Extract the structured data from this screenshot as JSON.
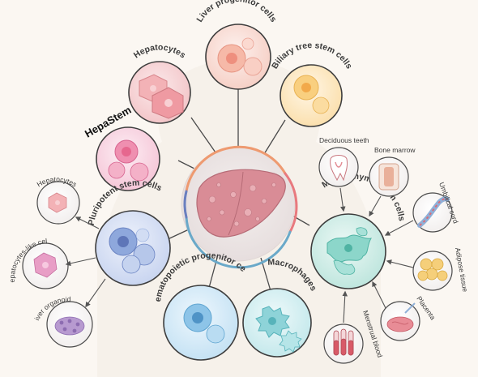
{
  "center": {
    "name": "Liver"
  },
  "nodes": {
    "hepatocytes_top": "Hepatocytes",
    "liver_progenitor": "Liver progenitor cells",
    "biliary_tree": "Biliary tree stem cells",
    "hepastem": "HepaStem",
    "pluripotent": "Pluripotent stem cells",
    "mesenchymal": "Mesenchymal stem cells",
    "haematopoietic": "Haematopoietic progenitor cells",
    "macrophages": "Macrophages"
  },
  "pluripotent_derivatives": {
    "hepatocytes": "Hepatocytes",
    "hepatocyte_like": "Hepatocytes-like cells",
    "liver_organoids": "Liver organoids"
  },
  "msc_sources": {
    "deciduous_teeth": "Deciduous teeth",
    "bone_marrow": "Bone marrow",
    "umbilical_cord": "Umbilical cord",
    "adipose_tissue": "Adipose tissue",
    "placenta": "Placenta",
    "menstrual_blood": "Menstrual blood"
  },
  "colors": {
    "hepatocytes": "#f2a9ae",
    "liver_progenitor": "#f5b1a2",
    "biliary": "#f7c877",
    "hepastem": "#ef94b4",
    "pluripotent": "#8ea8dc",
    "mesenchymal": "#7ccfc3",
    "haematopoietic": "#8dc4e8",
    "macrophages": "#8ed3d8",
    "liver": "#d98c96"
  }
}
